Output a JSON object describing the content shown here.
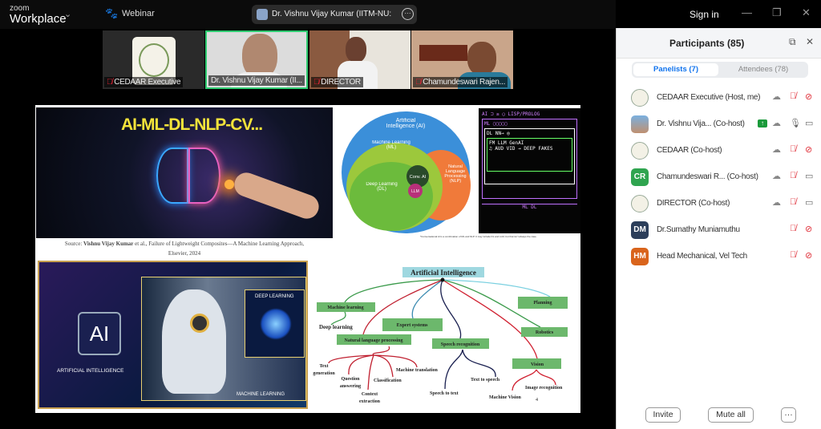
{
  "app": {
    "logo_small": "zoom",
    "logo_big": "Workplace",
    "mode": "Webinar",
    "active_speaker": "Dr. Vishnu Vijay Kumar (IITM-NU:",
    "sign_in": "Sign in"
  },
  "videos": [
    {
      "name": "CEDAAR Executive",
      "muted": true
    },
    {
      "name": "Dr. Vishnu Vijay Kumar (II...",
      "muted": false,
      "active": true
    },
    {
      "name": "DIRECTOR",
      "muted": true
    },
    {
      "name": "Chamundeswari Rajen...",
      "muted": true
    }
  ],
  "slide": {
    "title": "AI-ML-DL-NLP-CV...",
    "source_prefix": "Source: ",
    "source_author": "Vishnu Vijay Kumar",
    "source_rest": " et al., Failure of Lightweight Composites—A Machine Learning Approach,",
    "source_line2": "Elsevier, 2024",
    "venn": {
      "ai": "Artificial Intelligence (AI)",
      "ml": "Machine Learning (ML)",
      "dl": "Deep Learning (DL)",
      "nlp": "Natural Language Processing (NLP)",
      "conv": "Conv. AI",
      "llm": "LLM",
      "footnote": "*Conversational AI is a combination of ML and NLP. It may include DL and LLM, but that isn't always the case."
    },
    "board": {
      "l1": "AI ⊐ ≥ ◯ LISP/PROLOG",
      "l2": "ML ▢▢▢▢▢",
      "l3": "DL NN→ ◎",
      "l4": "FM  LLM  GenAI",
      "l5": "♫  AUD VID → DEEP FAKES",
      "l6": "ML DL"
    },
    "ai_image": {
      "label": "AI",
      "caption": "ARTIFICIAL INTELLIGENCE",
      "dl": "DEEP LEARNING",
      "ml": "MACHINE LEARNING"
    },
    "mindmap": {
      "root": "Artificial Intelligence",
      "ml": "Machine learning",
      "deep": "Deep learning",
      "expert": "Expert systems",
      "nlp": "Natural language processing",
      "speech": "Speech recognition",
      "planning": "Planning",
      "robotics": "Robotics",
      "vision": "Vision",
      "textgen1": "Text",
      "textgen2": "generation",
      "qa1": "Question",
      "qa2": "answering",
      "ctx1": "Context",
      "ctx2": "extraction",
      "classification": "Classification",
      "mt": "Machine translation",
      "stt": "Speech to text",
      "tts": "Text to speech",
      "imgrec": "Image recognition",
      "mvision": "Machine Vision",
      "page": "4"
    }
  },
  "panel": {
    "title": "Participants (85)",
    "tabs": [
      {
        "label": "Panelists (7)",
        "active": true
      },
      {
        "label": "Attendees (78)",
        "active": false
      }
    ],
    "participants": [
      {
        "name": "CEDAAR Executive (Host, me)",
        "avatar": "logo",
        "mic": "muted",
        "video": "off",
        "cloud": true
      },
      {
        "name": "Dr. Vishnu Vija... (Co-host)",
        "avatar": "photo",
        "mic": "on",
        "video": "on",
        "cloud": true,
        "share": "↑"
      },
      {
        "name": "CEDAAR (Co-host)",
        "avatar": "logo",
        "mic": "muted",
        "video": "off",
        "cloud": true
      },
      {
        "name": "Chamundeswari R...  (Co-host)",
        "avatar": "CR",
        "color": "#2fa44f",
        "mic": "muted",
        "video": "on",
        "cloud": true
      },
      {
        "name": "DIRECTOR (Co-host)",
        "avatar": "logo",
        "mic": "muted",
        "video": "on",
        "cloud": true
      },
      {
        "name": "Dr.Sumathy Muniamuthu",
        "avatar": "DM",
        "color": "#2c3e5a",
        "mic": "muted",
        "video": "off",
        "cloud": false
      },
      {
        "name": "Head Mechanical, Vel Tech",
        "avatar": "HM",
        "color": "#d9641c",
        "mic": "muted",
        "video": "off",
        "cloud": false
      }
    ],
    "invite": "Invite",
    "mute_all": "Mute all",
    "more": "···"
  },
  "colors": {
    "accent": "#0e72ed",
    "muted": "#e0323c",
    "active_border": "#2ecc71"
  }
}
